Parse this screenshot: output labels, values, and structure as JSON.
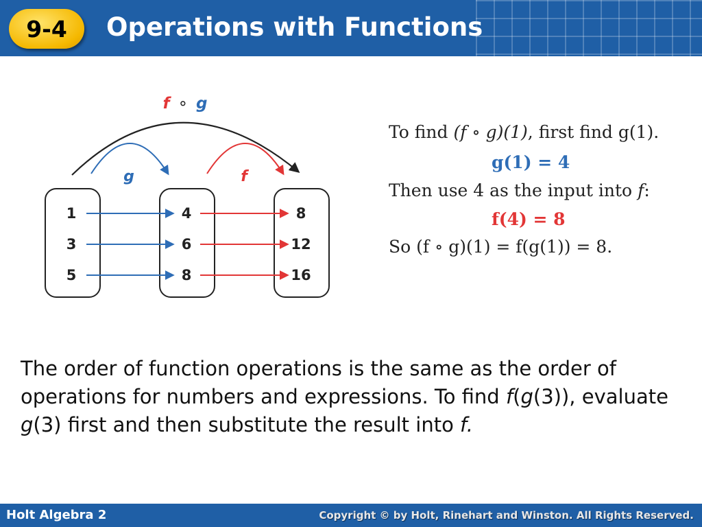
{
  "header": {
    "badge": "9-4",
    "title": "Operations with Functions"
  },
  "diagram": {
    "composite_label": {
      "f": "f",
      "op": "∘",
      "g": "g"
    },
    "g_label": "g",
    "f_label": "f",
    "domain": [
      "1",
      "3",
      "5"
    ],
    "middle": [
      "4",
      "6",
      "8"
    ],
    "range": [
      "8",
      "12",
      "16"
    ],
    "colors": {
      "g": "#2e6db6",
      "f": "#e23636",
      "box": "#222222"
    }
  },
  "explanation": {
    "line1": {
      "prefix": "To find ",
      "composite": "(f ∘ g)(1)",
      "suffix": ", first find g(1)."
    },
    "line2": "g(1) = 4",
    "line3": {
      "prefix": "Then use 4 as the input into ",
      "var": "f",
      "suffix": ":"
    },
    "line4": "f(4) = 8",
    "line5": "So (f ∘ g)(1) = f(g(1)) = 8."
  },
  "paragraph": {
    "part1": "The order of function operations is the same as the order of operations for numbers and expressions. To find ",
    "f1": "f",
    "part2": "(",
    "g1": "g",
    "part3": "(3)), evaluate ",
    "g2": "g",
    "part4": "(3) first and then substitute the result into ",
    "f2": "f."
  },
  "footer": {
    "left": "Holt Algebra 2",
    "right": "Copyright © by Holt, Rinehart and Winston. All Rights Reserved."
  },
  "theme": {
    "header_bg": "#1f5fa6",
    "badge": "#f5b800"
  }
}
